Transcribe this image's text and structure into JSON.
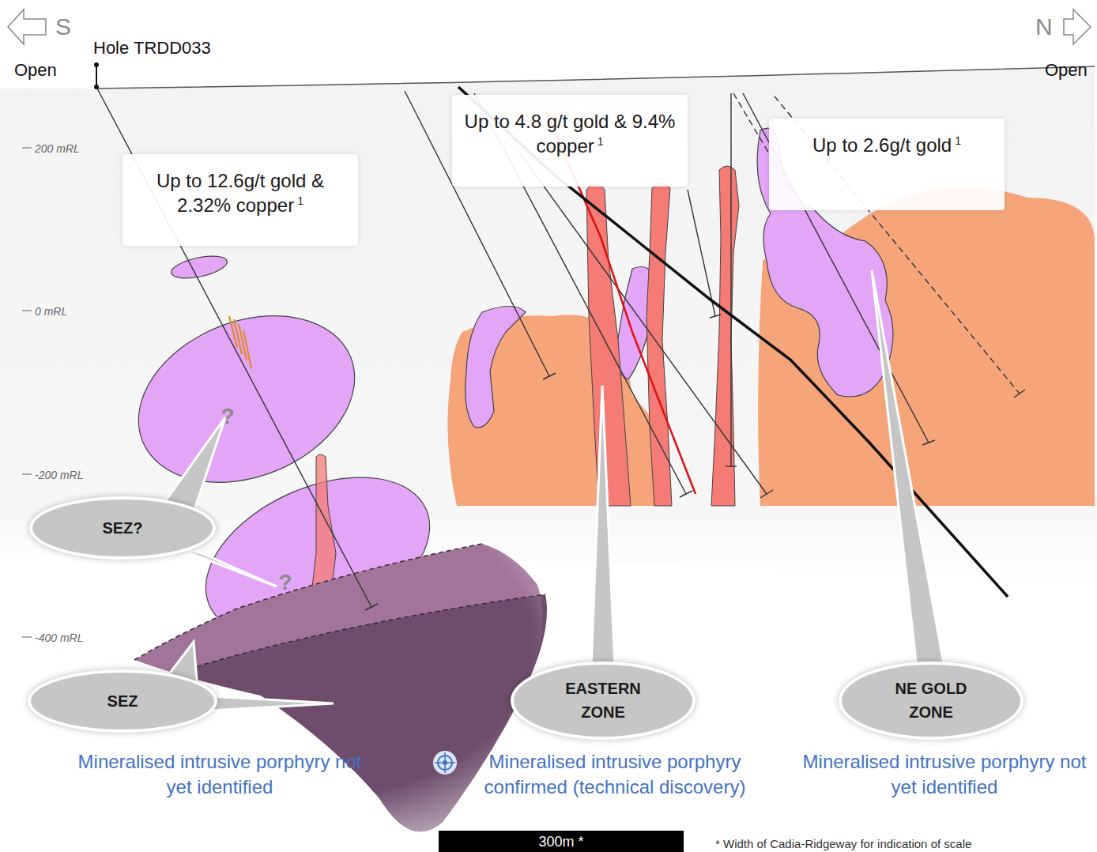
{
  "diagram": {
    "nodes": [
      {
        "text": [
          "Up to 12.6g/t gold & 2.32% copper",
          "1"
        ]
      },
      {
        "text": [
          "Up to 4.8 g/t gold & 9.4% copper",
          "1"
        ]
      },
      {
        "text": [
          "Up to 2.6g/t gold",
          "1"
        ]
      },
      {
        "text": [
          "SEZ?"
        ]
      },
      {
        "text": [
          "SEZ"
        ]
      },
      {
        "text": [
          "EASTERN ZONE"
        ]
      },
      {
        "text": [
          "NE GOLD ZONE"
        ]
      }
    ],
    "labels": [
      "S",
      "N",
      "Open",
      "Open",
      "Hole TRDD033",
      "200 mRL",
      "0 mRL",
      "-200 mRL",
      "-400 mRL",
      "?",
      "?",
      "Mineralised intrusive porphyry not yet identified",
      "Mineralised intrusive porphyry confirmed (technical discovery)",
      "Mineralised intrusive porphyry not yet identified",
      "300m *",
      "* Width of Cadia-Ridgeway for indication of scale"
    ]
  }
}
